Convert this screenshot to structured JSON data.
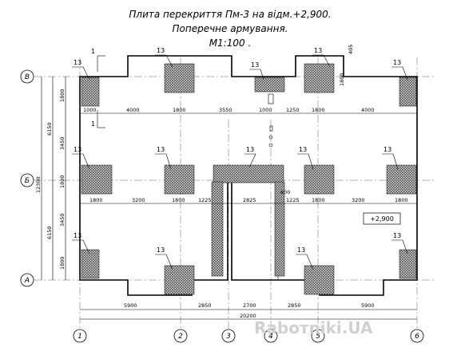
{
  "title": {
    "line1": "Плита перекриття Пм-3 на відм.+2,900.",
    "line2": "Поперечне армування.",
    "line3": "М1:100 ."
  },
  "axes": {
    "rows": [
      "В",
      "Б",
      "А"
    ],
    "cols": [
      "1",
      "2",
      "3",
      "4",
      "5",
      "6"
    ]
  },
  "mark_label": "13",
  "level_mark": "+2,900",
  "section_label": "1",
  "top_notch_dim": "405",
  "dims": {
    "row_b_top": [
      "1000",
      "4000",
      "1800",
      "3550",
      "1000",
      "1250",
      "1800",
      "4000"
    ],
    "row_b_mid": [
      "1800",
      "3200",
      "1800",
      "1225",
      "2825",
      "1225",
      "1800",
      "3200",
      "1800"
    ],
    "opening_dim": "600",
    "bottom_axes": [
      "5900",
      "2850",
      "2700",
      "2850",
      "5900"
    ],
    "overall": "20200",
    "left_segments": [
      "1800",
      "3450",
      "1800",
      "3450",
      "1800"
    ],
    "left_sub": [
      "6150",
      "6150"
    ],
    "left_total": "12300",
    "right_top": "1800"
  },
  "watermark": "Raboтniki.UA"
}
